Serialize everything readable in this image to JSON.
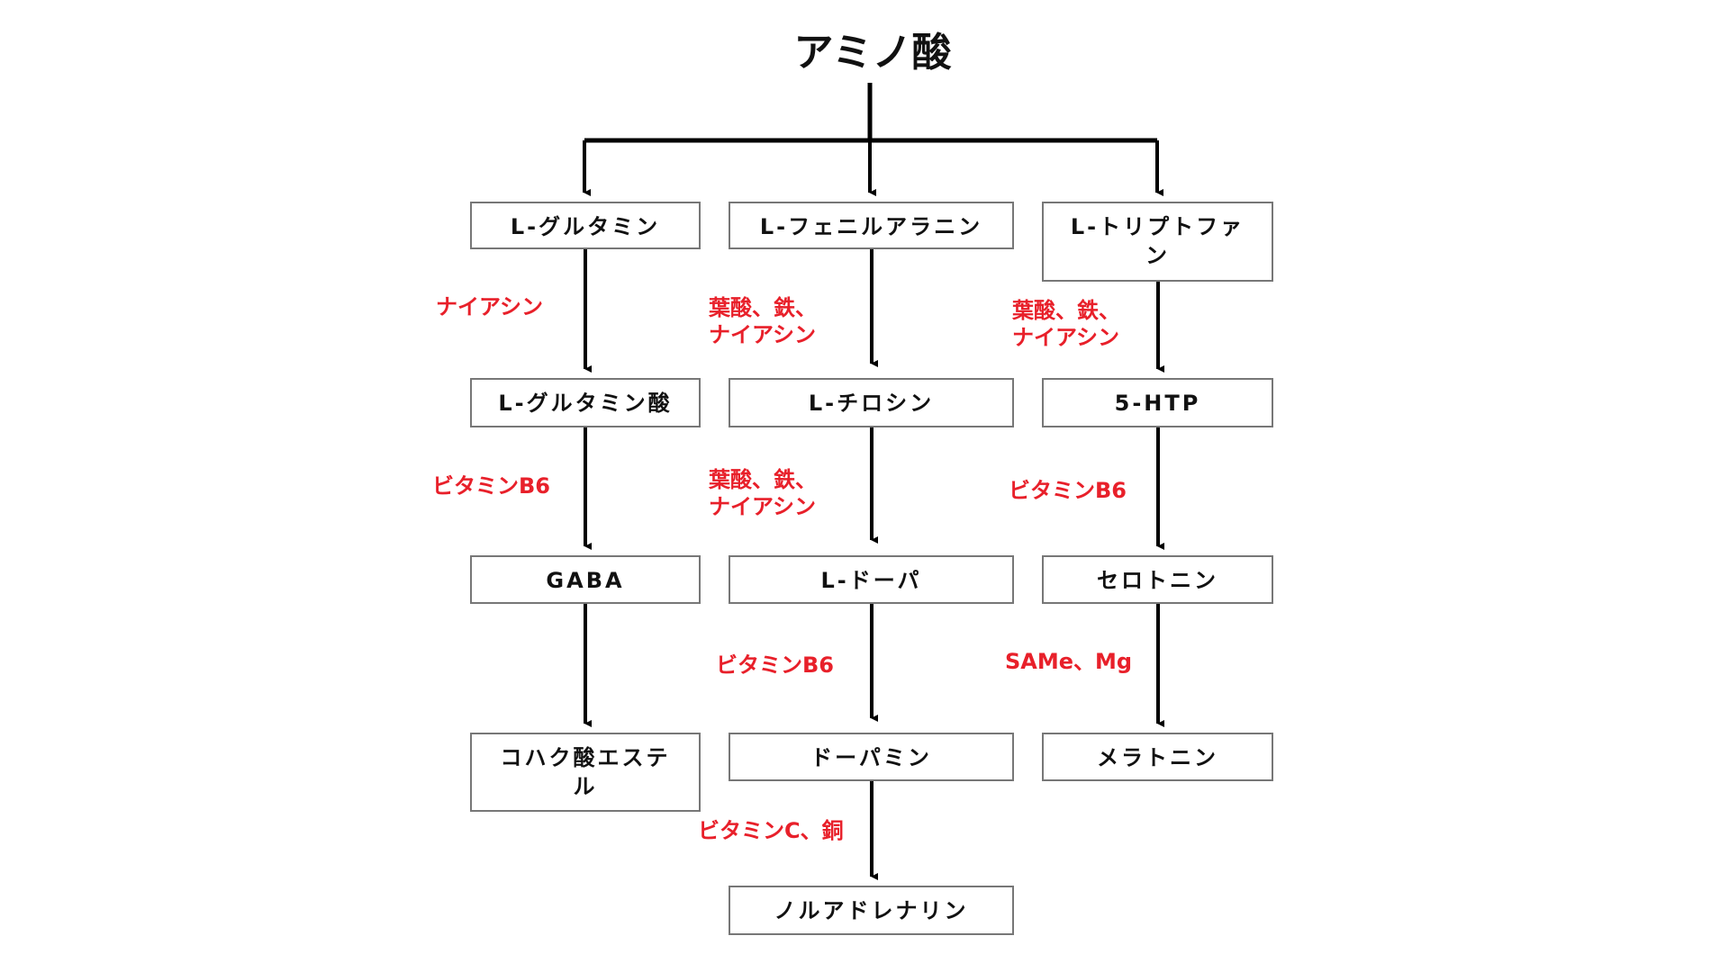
{
  "title": "アミノ酸",
  "colors": {
    "line": "#000000",
    "box_border": "#777777",
    "cofactor_text": "#e8202a"
  },
  "columns": [
    {
      "nodes": [
        "L-グルタミン",
        "L-グルタミン酸",
        "GABA",
        "コハク酸エステル"
      ],
      "cofactors": [
        "ナイアシン",
        "ビタミンB6"
      ]
    },
    {
      "nodes": [
        "L-フェニルアラニン",
        "L-チロシン",
        "L-ドーパ",
        "ドーパミン",
        "ノルアドレナリン"
      ],
      "cofactors": [
        "葉酸、鉄、\nナイアシン",
        "葉酸、鉄、\nナイアシン",
        "ビタミンB6",
        "ビタミンC、銅"
      ]
    },
    {
      "nodes": [
        "L-トリプトファン",
        "5-HTP",
        "セロトニン",
        "メラトニン"
      ],
      "cofactors": [
        "葉酸、鉄、\nナイアシン",
        "ビタミンB6",
        "SAMe、Mg"
      ]
    }
  ]
}
